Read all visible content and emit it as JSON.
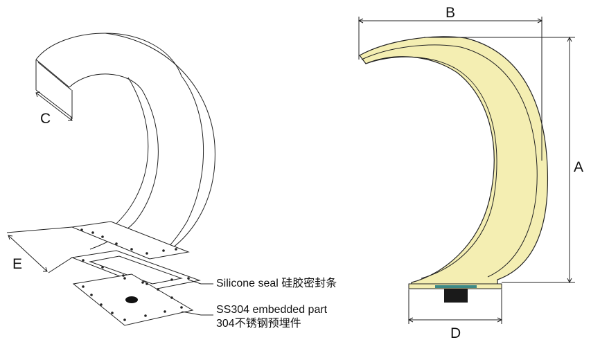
{
  "diagram": {
    "dimension_labels": {
      "a": "A",
      "b": "B",
      "c": "C",
      "d": "D",
      "e": "E"
    },
    "callouts": {
      "silicone_seal": "Silicone seal 硅胶密封条",
      "embedded_part_line1": "SS304 embedded part",
      "embedded_part_line2": "304不锈钢预埋件"
    },
    "colors": {
      "profile_fill": "#f4eeb2",
      "line": "#111111",
      "base_dark": "#1a1a1a",
      "base_teal": "#3d8a86"
    }
  }
}
